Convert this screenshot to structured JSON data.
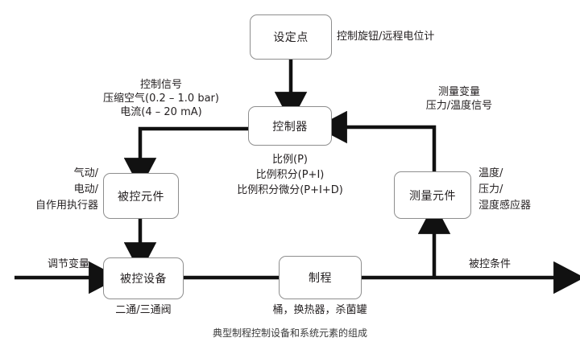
{
  "diagram": {
    "caption": "典型制程控制设备和系统元素的组成",
    "line_color": "#111111",
    "box_border_color": "#8e8e8e",
    "text_color": "#231f20",
    "background": "#ffffff",
    "nodes": {
      "setpoint": "设定点",
      "controller": "控制器",
      "controlled_element": "被控元件",
      "controlled_equipment": "被控设备",
      "process": "制程",
      "measuring_element": "测量元件"
    },
    "annotations": {
      "setpoint_note": "控制旋钮/远程电位计",
      "control_signal_line1": "控制信号",
      "control_signal_line2": "压缩空气(0.2 – 1.0 bar)",
      "control_signal_line3": "电流(4 – 20 mA)",
      "measured_variable_line1": "测量变量",
      "measured_variable_line2": "压力/温度信号",
      "actuator_line1": "气动/",
      "actuator_line2": "电动/",
      "actuator_line3": "自作用执行器",
      "sensor_line1": "温度/",
      "sensor_line2": "压力/",
      "sensor_line3": "湿度感应器",
      "controller_modes_line1": "比例(P)",
      "controller_modes_line2": "比例积分(P+I)",
      "controller_modes_line3": "比例积分微分(P+I+D)",
      "valve_note": "二通/三通阀",
      "process_note": "桶，换热器，杀菌罐",
      "manipulated_variable": "调节变量",
      "controlled_condition": "被控条件"
    }
  }
}
